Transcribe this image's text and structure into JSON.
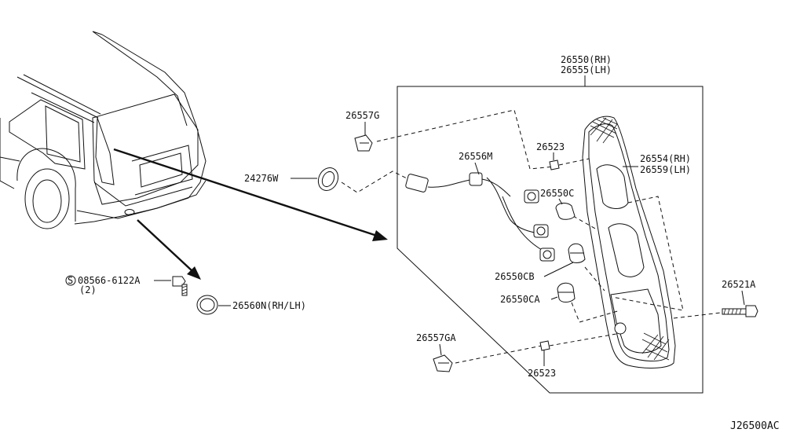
{
  "diagram_id": "J26500AC",
  "parts": {
    "combination_lamp": {
      "line1": "26550(RH)",
      "line2": "26555(LH)"
    },
    "lens_housing": {
      "line1": "26554(RH)",
      "line2": "26559(LH)"
    },
    "harness": "26556M",
    "grommet": "24276W",
    "clip_top": "26557G",
    "clip_bottom": "26557GA",
    "bulb_socket_top": "26523",
    "bulb_socket_bottom": "26523",
    "bulb_c": "26550C",
    "bulb_cb": "26550CB",
    "bulb_ca": "26550CA",
    "bolt": "26521A",
    "screw": {
      "code": "08566-6122A",
      "qty": "(2)",
      "prefix_symbol": "S"
    },
    "cap": "26560N(RH/LH)"
  }
}
